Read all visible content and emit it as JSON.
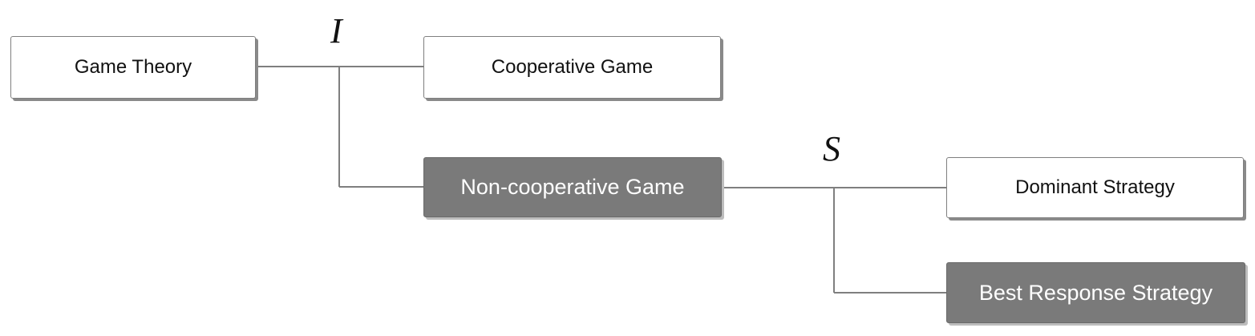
{
  "diagram": {
    "nodes": {
      "root": "Game Theory",
      "cooperative": "Cooperative Game",
      "noncooperative": "Non-cooperative Game",
      "dominant": "Dominant Strategy",
      "best_response": "Best Response Strategy"
    },
    "branch_labels": {
      "first": "I",
      "second": "S"
    },
    "colors": {
      "highlight_fill": "#7a7a7a",
      "highlight_text": "#ffffff",
      "plain_fill": "#ffffff",
      "plain_text": "#111111",
      "connector": "#7f7f7f"
    }
  }
}
